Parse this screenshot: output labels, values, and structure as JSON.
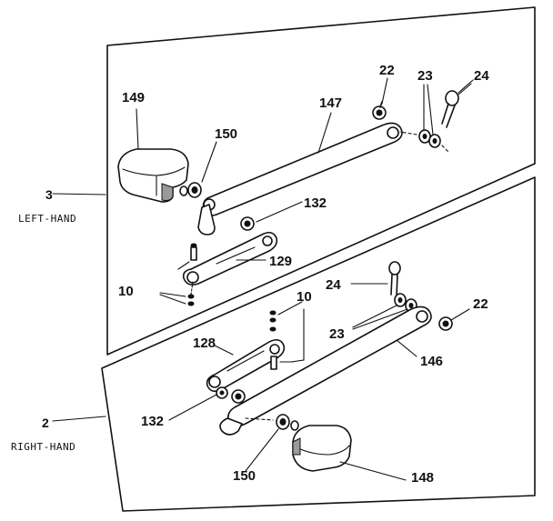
{
  "assemblies": {
    "left": {
      "number": "3",
      "side": "LEFT-HAND"
    },
    "right": {
      "number": "2",
      "side": "RIGHT-HAND"
    }
  },
  "parts": {
    "p149": "149",
    "p150_top": "150",
    "p147": "147",
    "p22_top": "22",
    "p23_top": "23",
    "p24_top": "24",
    "p132_top": "132",
    "p129": "129",
    "p10_top": "10",
    "p10_bottom": "10",
    "p24_bottom": "24",
    "p22_bottom": "22",
    "p23_bottom": "23",
    "p128": "128",
    "p146": "146",
    "p132_bottom": "132",
    "p150_bottom": "150",
    "p148": "148"
  }
}
